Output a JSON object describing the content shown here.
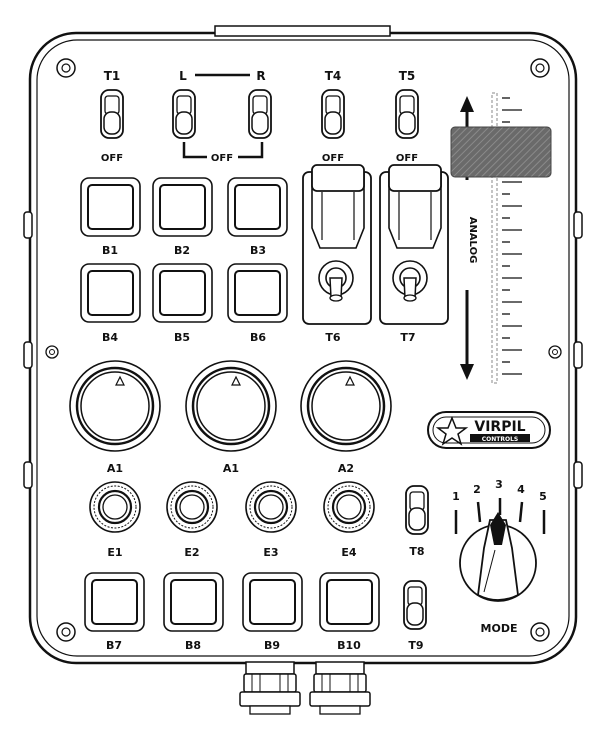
{
  "toggles": {
    "t1": {
      "label": "T1",
      "state": "OFF"
    },
    "lr": {
      "left": "L",
      "right": "R",
      "state": "OFF"
    },
    "t4": {
      "label": "T4",
      "state": "OFF"
    },
    "t5": {
      "label": "T5",
      "state": "OFF"
    },
    "t6": {
      "label": "T6"
    },
    "t7": {
      "label": "T7"
    },
    "t8": {
      "label": "T8"
    },
    "t9": {
      "label": "T9"
    }
  },
  "buttons": [
    "B1",
    "B2",
    "B3",
    "B4",
    "B5",
    "B6",
    "B7",
    "B8",
    "B9",
    "B10"
  ],
  "axis": {
    "label": "ANALOG"
  },
  "knobs": [
    "A1",
    "A1",
    "A2"
  ],
  "encoders": [
    "E1",
    "E2",
    "E3",
    "E4"
  ],
  "mode": {
    "label": "MODE",
    "positions": [
      "1",
      "2",
      "3",
      "4",
      "5"
    ]
  },
  "logo": {
    "brand": "VIRPIL",
    "sub": "CONTROLS"
  }
}
